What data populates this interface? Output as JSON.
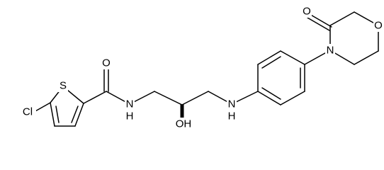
{
  "figure": {
    "type": "skeletal-structure",
    "background_color": "#ffffff",
    "line_color": "#000000"
  },
  "atoms": {
    "cl": "Cl",
    "s": "S",
    "o_carbonyl": "O",
    "n_amide": "N",
    "h_amide": "H",
    "o_hydroxyl": "OH",
    "n_amine": "N",
    "h_amine": "H",
    "n_morpholinone": "N",
    "o_lactam": "O",
    "o_ring": "O"
  }
}
